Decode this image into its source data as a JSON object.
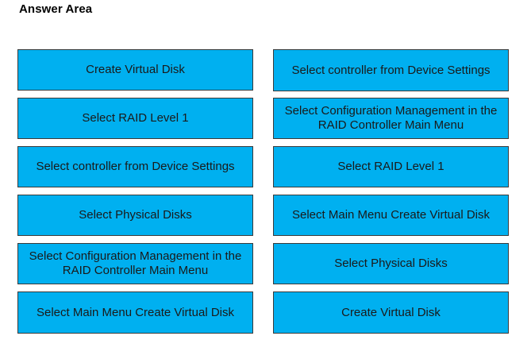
{
  "header": {
    "title": "Answer Area"
  },
  "left_column": {
    "items": [
      {
        "label": "Create Virtual Disk"
      },
      {
        "label": "Select RAID Level 1"
      },
      {
        "label": "Select controller from Device Settings"
      },
      {
        "label": "Select Physical Disks"
      },
      {
        "label": "Select Configuration Management in the RAID Controller Main Menu"
      },
      {
        "label": "Select Main Menu Create Virtual Disk"
      }
    ]
  },
  "right_column": {
    "items": [
      {
        "label": "Select controller from Device Settings"
      },
      {
        "label": "Select Configuration Management in the RAID Controller Main Menu"
      },
      {
        "label": "Select RAID Level 1"
      },
      {
        "label": "Select Main Menu Create Virtual Disk"
      },
      {
        "label": "Select Physical Disks"
      },
      {
        "label": "Create Virtual Disk"
      }
    ]
  },
  "colors": {
    "box_fill": "#00b0f0",
    "box_border": "#3a3a3a",
    "text": "#1a1a1a"
  }
}
